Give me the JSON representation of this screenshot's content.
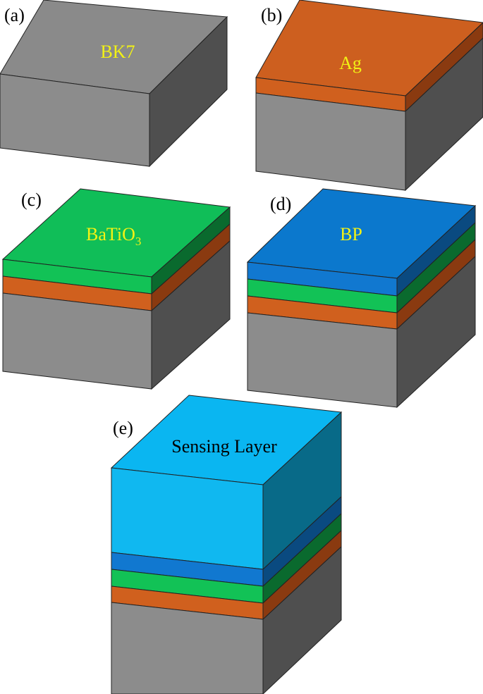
{
  "colors": {
    "substrate": {
      "front": "#8c8c8c",
      "side": "#4f4f4f",
      "top": "#8a8a8a"
    },
    "silver": {
      "front": "#d0601e",
      "side": "#8a3a10",
      "top": "#cd5f1f"
    },
    "batio3": {
      "front": "#12c256",
      "side": "#0a6a2e",
      "top": "#10be58"
    },
    "bp": {
      "front": "#1178d0",
      "side": "#0a4a80",
      "top": "#0b78cd"
    },
    "sensing": {
      "front": "#10b8f0",
      "side": "#086a88",
      "top": "#0ab6f1"
    },
    "label_yellow": "#f2f215",
    "label_black": "#000000"
  },
  "panels": [
    {
      "id": "a",
      "label": "(a)",
      "layer_label": "BK7",
      "layer_label_sub": ""
    },
    {
      "id": "b",
      "label": "(b)",
      "layer_label": "Ag",
      "layer_label_sub": ""
    },
    {
      "id": "c",
      "label": "(c)",
      "layer_label": "BaTiO",
      "layer_label_sub": "3"
    },
    {
      "id": "d",
      "label": "(d)",
      "layer_label": "BP",
      "layer_label_sub": ""
    },
    {
      "id": "e",
      "label": "(e)",
      "layer_label": "Sensing Layer",
      "layer_label_sub": ""
    }
  ]
}
